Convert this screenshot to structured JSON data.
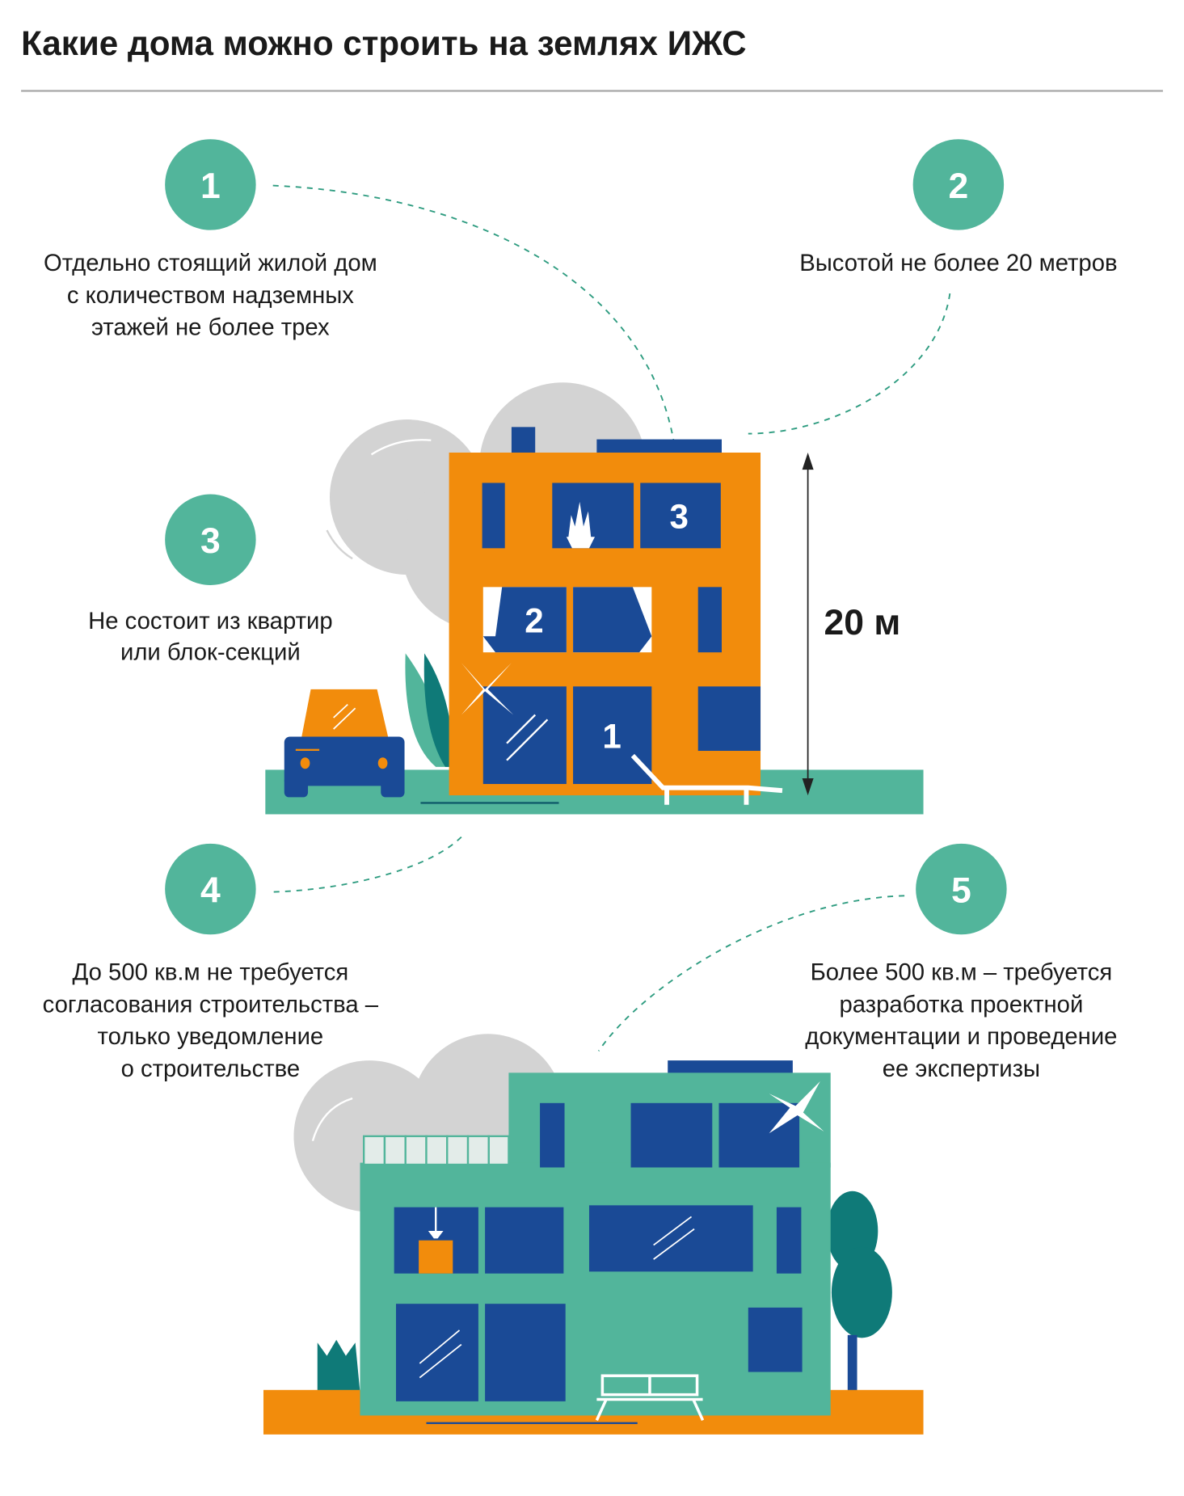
{
  "title": "Какие дома можно строить на землях ИЖС",
  "colors": {
    "accent": "#52b59b",
    "orange": "#f28c0c",
    "blue": "#1a4a96",
    "dark_teal": "#0f7a78",
    "cloud": "#d3d3d3"
  },
  "steps": [
    {
      "number": "1",
      "lines": [
        "Отдельно стоящий жилой дом",
        "с количеством надземных",
        "этажей не более трех"
      ]
    },
    {
      "number": "2",
      "lines": [
        "Высотой не более 20 метров"
      ]
    },
    {
      "number": "3",
      "lines": [
        "Не состоит из квартир",
        "или блок-секций"
      ]
    },
    {
      "number": "4",
      "lines": [
        "До 500 кв.м не требуется",
        "согласования строительства –",
        "только уведомление",
        "о строительстве"
      ]
    },
    {
      "number": "5",
      "lines": [
        "Более 500 кв.м – требуется",
        "разработка проектной",
        "документации и проведение",
        "ее экспертизы"
      ]
    }
  ],
  "house1": {
    "height_label": "20 м",
    "window_labels": [
      "1",
      "2",
      "3"
    ]
  }
}
